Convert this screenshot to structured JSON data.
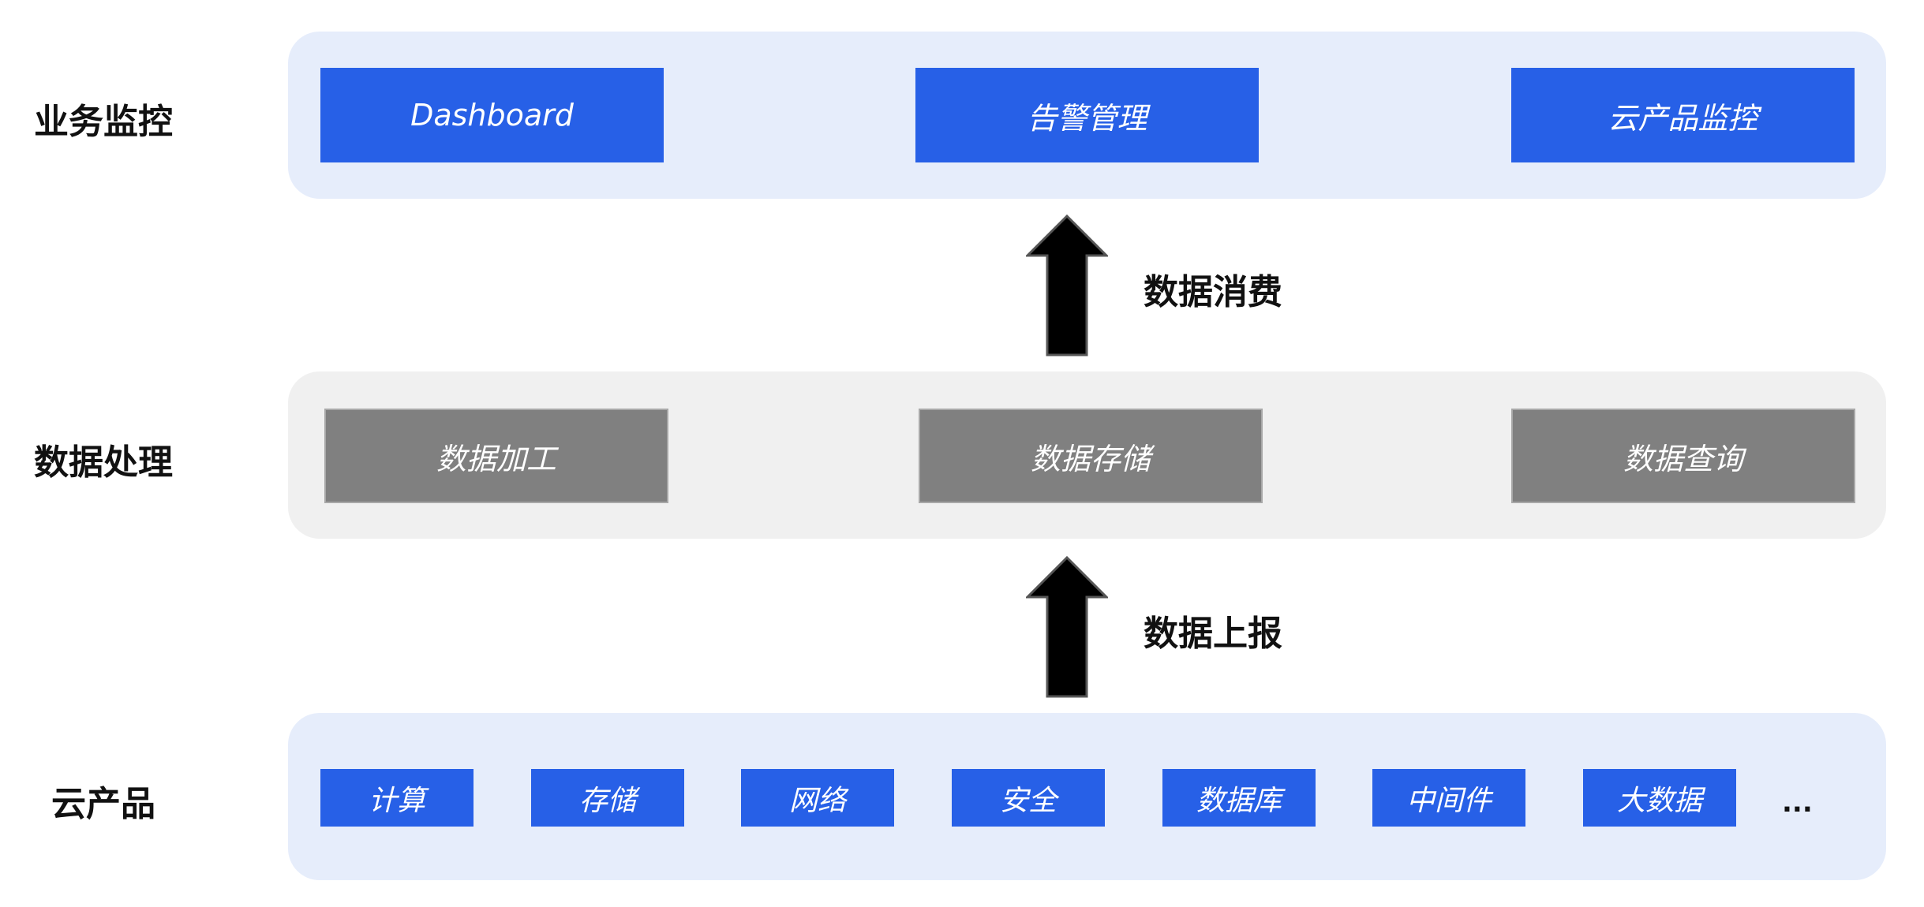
{
  "layers": {
    "monitor": {
      "label": "业务监控",
      "items": [
        "Dashboard",
        "告警管理",
        "云产品监控"
      ]
    },
    "processing": {
      "label": "数据处理",
      "items": [
        "数据加工",
        "数据存储",
        "数据查询"
      ]
    },
    "products": {
      "label": "云产品",
      "items": [
        "计算",
        "存储",
        "网络",
        "安全",
        "数据库",
        "中间件",
        "大数据"
      ],
      "more": "..."
    }
  },
  "flows": {
    "consume": "数据消费",
    "report": "数据上报"
  },
  "colors": {
    "accent_blue": "#2760e7",
    "panel_blue": "#e6edfb",
    "panel_gray": "#f0f0f0",
    "box_gray": "#808080"
  }
}
